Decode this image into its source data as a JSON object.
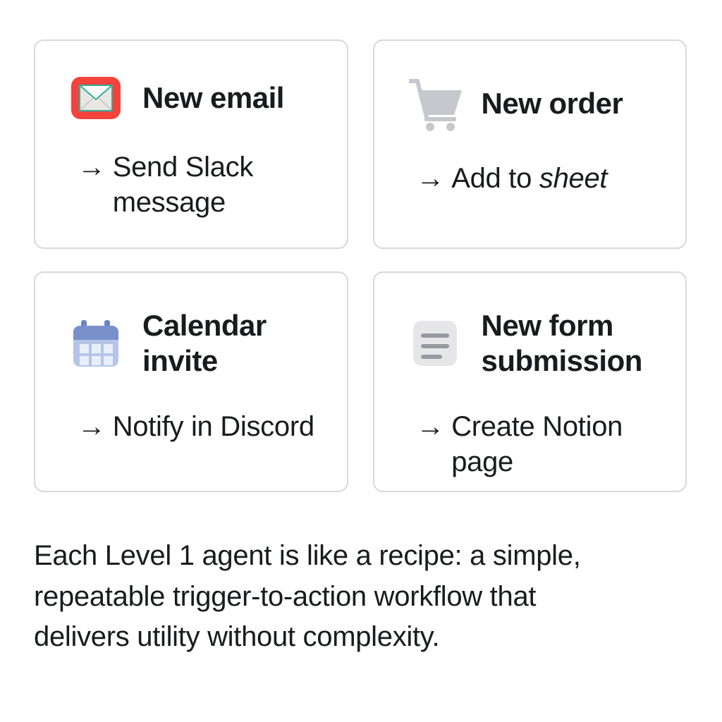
{
  "cards": [
    {
      "title": "New email",
      "icon": "email-icon",
      "arrow": "→",
      "action": "Send Slack message",
      "action_em": ""
    },
    {
      "title": "New order",
      "icon": "shopping-cart-icon",
      "arrow": "→",
      "action": "Add to ",
      "action_em": "sheet"
    },
    {
      "title": "Calendar invite",
      "icon": "calendar-icon",
      "arrow": "→",
      "action": "Notify in Discord",
      "action_em": ""
    },
    {
      "title": "New form submission",
      "icon": "form-document-icon",
      "arrow": "→",
      "action": "Create Notion page",
      "action_em": ""
    }
  ],
  "caption_lines": [
    "Each Level 1 agent is like a recipe: a simple,",
    "repeatable trigger-to-action workflow that",
    "delivers utility without complexity."
  ],
  "colors": {
    "card_border": "#d8d8dc",
    "text": "#191b1e",
    "email_red": "#f4423c",
    "email_teal": "#2eb19c",
    "email_envelope": "#eae7e3",
    "email_flap": "#fcfbfa",
    "email_fold": "#cfccc7",
    "cart_gray": "#c6c8cd",
    "calendar_body": "#b5c5e8",
    "calendar_header": "#7990cb",
    "calendar_peg": "#6b84c4",
    "calendar_cell": "#e9eef9",
    "form_bg": "#e6e6e8",
    "form_bar": "#97999e"
  }
}
